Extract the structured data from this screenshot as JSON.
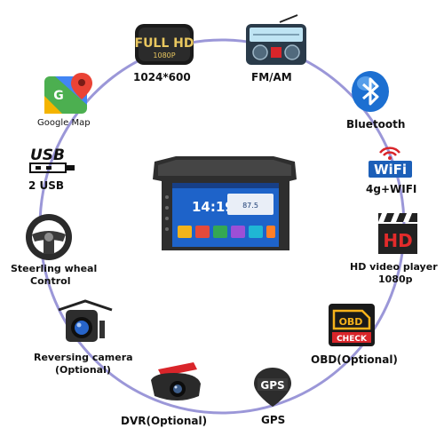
{
  "features": {
    "fullhd": {
      "badge_main": "FULL HD",
      "badge_sub": "1080P",
      "label": "1024*600"
    },
    "radio": {
      "label": "FM/AM"
    },
    "maps": {
      "label": "Google Map"
    },
    "bluetooth": {
      "label": "Bluetooth"
    },
    "usb": {
      "icon_text": "USB",
      "label": "2 USB"
    },
    "wifi": {
      "icon_text": "WiFi",
      "label": "4g+WIFI"
    },
    "steering": {
      "label_line1": "Steerling wheal",
      "label_line2": "Control"
    },
    "hdvideo": {
      "icon_text": "HD",
      "label_line1": "HD video player",
      "label_line2": "1080p"
    },
    "camera": {
      "label_line1": "Reversing camera",
      "label_line2": "(Optional)"
    },
    "obd": {
      "icon_line1": "OBD",
      "icon_line2": "CHECK",
      "label": "OBD(Optional)"
    },
    "dvr": {
      "label": "DVR(Optional)"
    },
    "gps": {
      "icon_text": "GPS",
      "label": "GPS"
    }
  },
  "head_unit": {
    "time": "14:19",
    "freq": "87.5"
  },
  "colors": {
    "ring": "#9b97d8",
    "accent_red": "#d9252a",
    "screen_blue": "#1e63c9",
    "bluetooth_blue": "#1c6fd1"
  }
}
